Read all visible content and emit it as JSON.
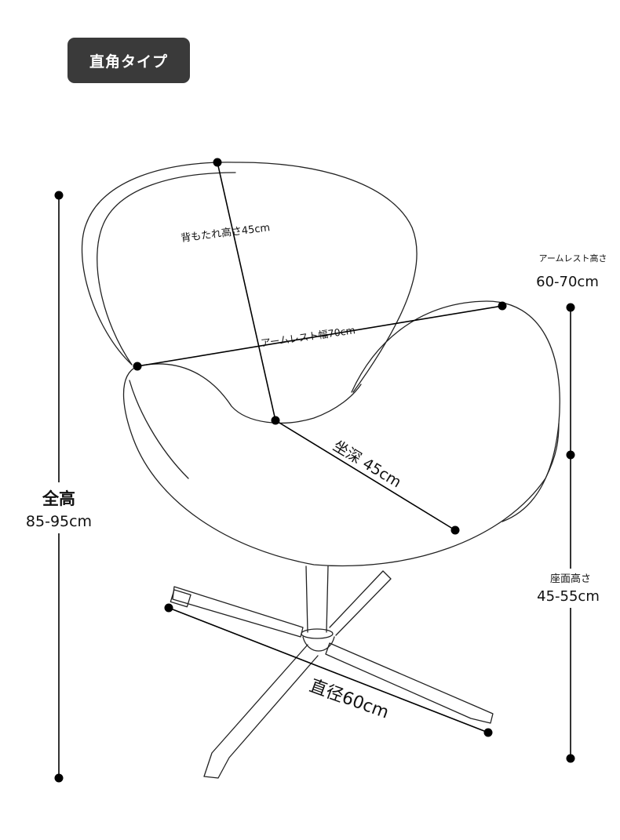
{
  "badge": {
    "text": "直角タイプ"
  },
  "labels": {
    "backrest_height": "背もたれ高さ45cm",
    "armrest_width": "アームレスト幅70cm",
    "seat_depth": "坐深 45cm",
    "base_diameter": "直径60cm",
    "total_height_title": "全高",
    "total_height_value": "85-95cm",
    "armrest_height_title": "アームレスト高さ",
    "armrest_height_value": "60-70cm",
    "seat_height_title": "座面高さ",
    "seat_height_value": "45-55cm"
  }
}
